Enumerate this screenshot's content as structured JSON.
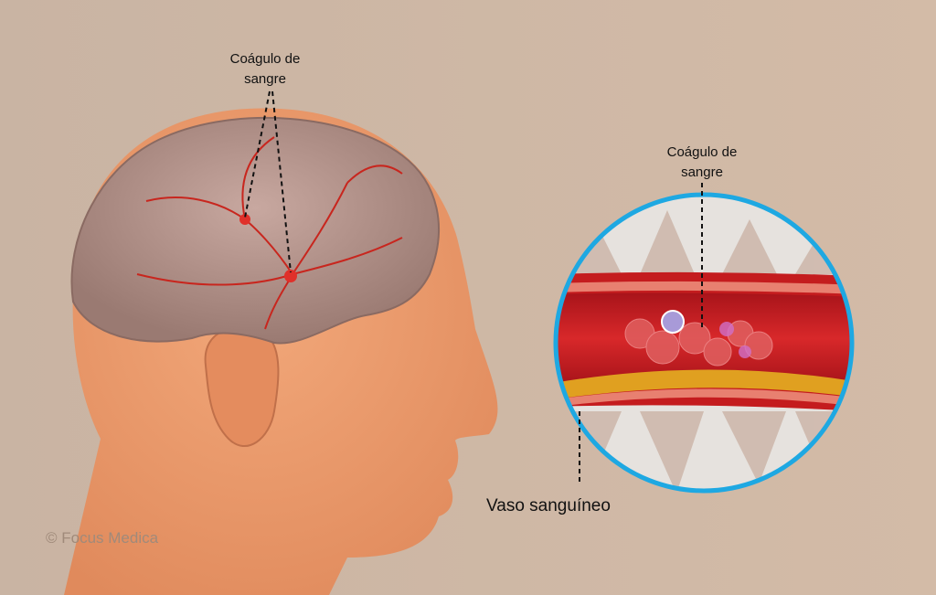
{
  "labels": {
    "brain_clot": [
      "Coágulo de",
      "sangre"
    ],
    "vessel_clot": [
      "Coágulo de",
      "sangre"
    ],
    "vessel": "Vaso sanguíneo"
  },
  "watermark": "© Focus Medica",
  "colors": {
    "background": "#cdb6a4",
    "skin": "#ec9a6c",
    "brain": "#b89488",
    "artery": "#c8261e",
    "lens_border": "#1ea8e2",
    "vessel_wall": "#d8322a",
    "plaque": "#e0a020"
  }
}
